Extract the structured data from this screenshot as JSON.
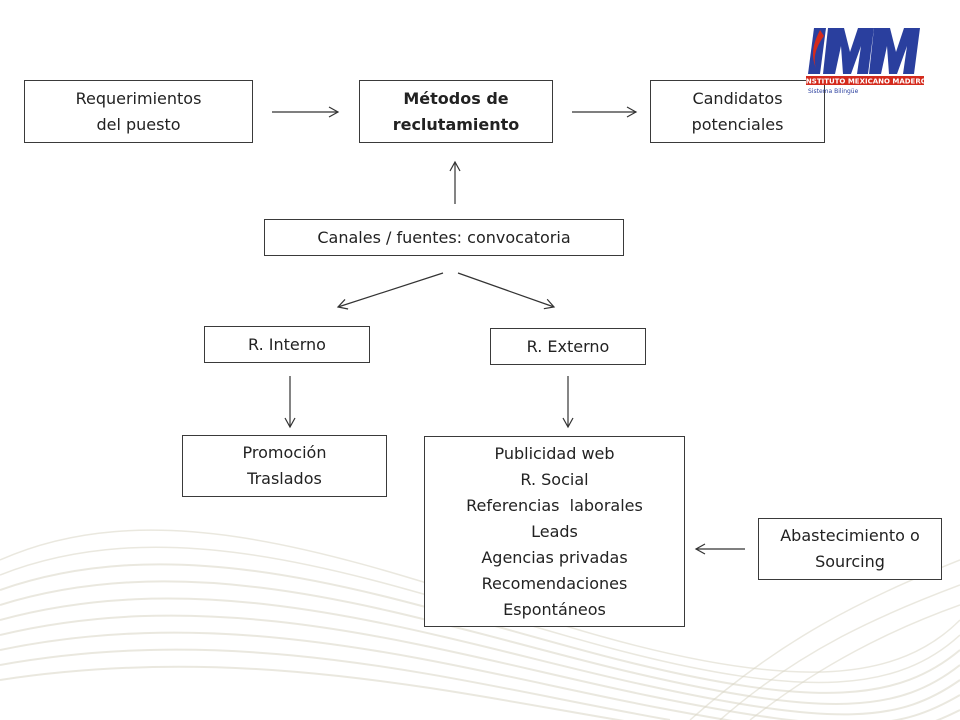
{
  "logo": {
    "text": "IMM",
    "name": "INSTITUTO MEXICANO MADERO",
    "tagline": "Sistema Bilingüe",
    "colors": {
      "brand_blue": "#2a3f9e",
      "accent_red": "#d42a1c"
    }
  },
  "boxes": {
    "requerimientos": [
      "Requerimientos",
      "del puesto"
    ],
    "metodos": [
      "Métodos de",
      "reclutamiento"
    ],
    "candidatos": [
      "Candidatos",
      "potenciales"
    ],
    "canales": [
      "Canales / fuentes: convocatoria"
    ],
    "interno": [
      "R. Interno"
    ],
    "externo": [
      "R. Externo"
    ],
    "promocion": [
      "Promoción",
      "Traslados"
    ],
    "publicidad": [
      "Publicidad web",
      "R. Social",
      "Referencias  laborales",
      "Leads",
      "Agencias privadas",
      "Recomendaciones",
      "Espontáneos"
    ],
    "sourcing": [
      "Abastecimiento o",
      "Sourcing"
    ]
  },
  "colors": {
    "box_border": "#3a3a3a",
    "text": "#222222",
    "arrow": "#333333",
    "wave": "#d9d6c4"
  }
}
